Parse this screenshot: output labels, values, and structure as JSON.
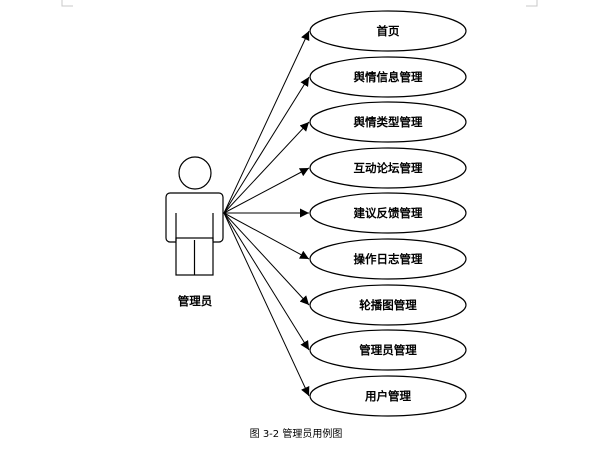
{
  "actor": {
    "label": "管理员"
  },
  "use_cases": [
    "首页",
    "舆情信息管理",
    "舆情类型管理",
    "互动论坛管理",
    "建议反馈管理",
    "操作日志管理",
    "轮播图管理",
    "管理员管理",
    "用户管理"
  ],
  "caption": "图 3-2  管理员用例图",
  "colors": {
    "stroke": "#000000",
    "background": "#ffffff"
  }
}
